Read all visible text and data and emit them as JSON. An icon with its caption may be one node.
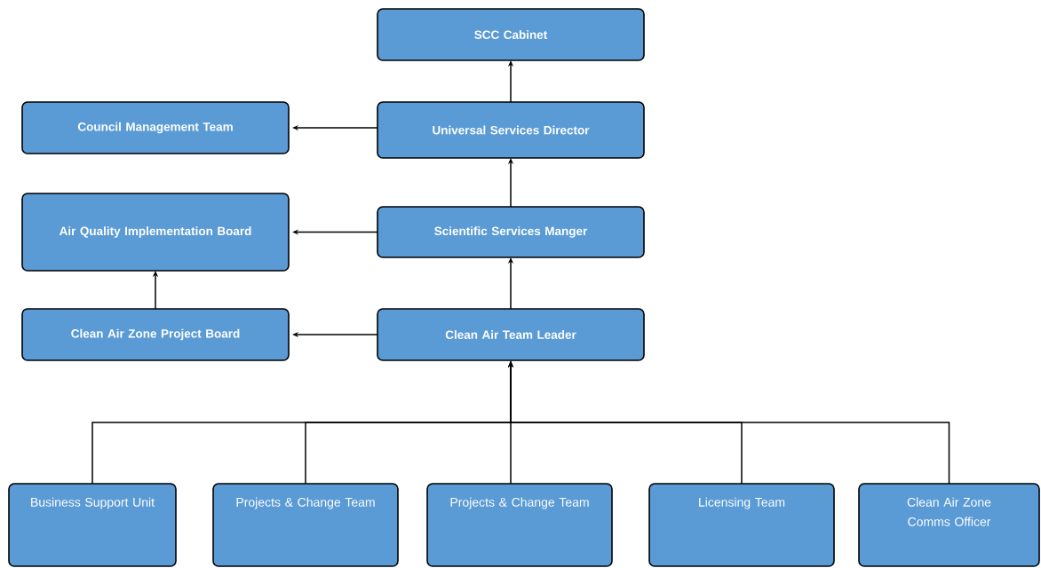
{
  "diagram": {
    "nodes": [
      {
        "text": [
          "SCC Cabinet"
        ]
      },
      {
        "text": [
          "Council Management Team"
        ]
      },
      {
        "text": [
          "Universal Services Director"
        ]
      },
      {
        "text": [
          "Air Quality Implementation Board"
        ]
      },
      {
        "text": [
          "Scientific Services Manger"
        ]
      },
      {
        "text": [
          "Clean Air Zone Project Board"
        ]
      },
      {
        "text": [
          "Clean Air Team Leader"
        ]
      },
      {
        "text": [
          "Business Support Unit"
        ]
      },
      {
        "text": [
          "Projects & Change Team"
        ]
      },
      {
        "text": [
          "Projects & Change Team"
        ]
      },
      {
        "text": [
          "Licensing Team"
        ]
      },
      {
        "text": [
          "Clean Air Zone Comms Officer"
        ]
      }
    ],
    "edges": [
      {
        "from": 2,
        "to": 0,
        "arrow": "to"
      },
      {
        "from": 2,
        "to": 1,
        "arrow": "to"
      },
      {
        "from": 4,
        "to": 2,
        "arrow": "to"
      },
      {
        "from": 4,
        "to": 3,
        "arrow": "to"
      },
      {
        "from": 6,
        "to": 4,
        "arrow": "to"
      },
      {
        "from": 6,
        "to": 5,
        "arrow": "to"
      },
      {
        "from": 5,
        "to": 3,
        "arrow": "to"
      },
      {
        "from": 7,
        "to": 6,
        "arrow": "to"
      },
      {
        "from": 8,
        "to": 6,
        "arrow": "to"
      },
      {
        "from": 9,
        "to": 6,
        "arrow": "to"
      },
      {
        "from": 10,
        "to": 6,
        "arrow": "to"
      },
      {
        "from": 11,
        "to": 6,
        "arrow": "to"
      }
    ]
  }
}
